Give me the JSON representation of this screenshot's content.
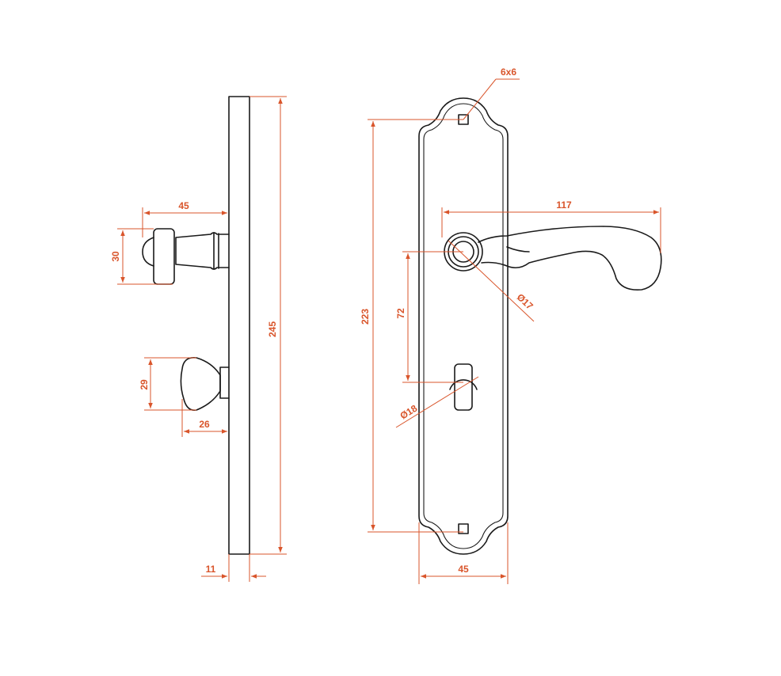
{
  "colors": {
    "outline": "#1a1a1a",
    "dimension": "#d9552b",
    "background": "#ffffff"
  },
  "dimensions": {
    "side_handle_projection": "45",
    "side_handle_height": "30",
    "plate_height_total": "245",
    "thumbturn_height": "29",
    "thumbturn_projection": "26",
    "plate_thickness": "11",
    "screw_hole": "6x6",
    "handle_length": "117",
    "rosette_diameter": "Ø17",
    "spindle_distance": "72",
    "plate_height_inner": "223",
    "turn_diameter": "Ø18",
    "plate_width": "45"
  }
}
